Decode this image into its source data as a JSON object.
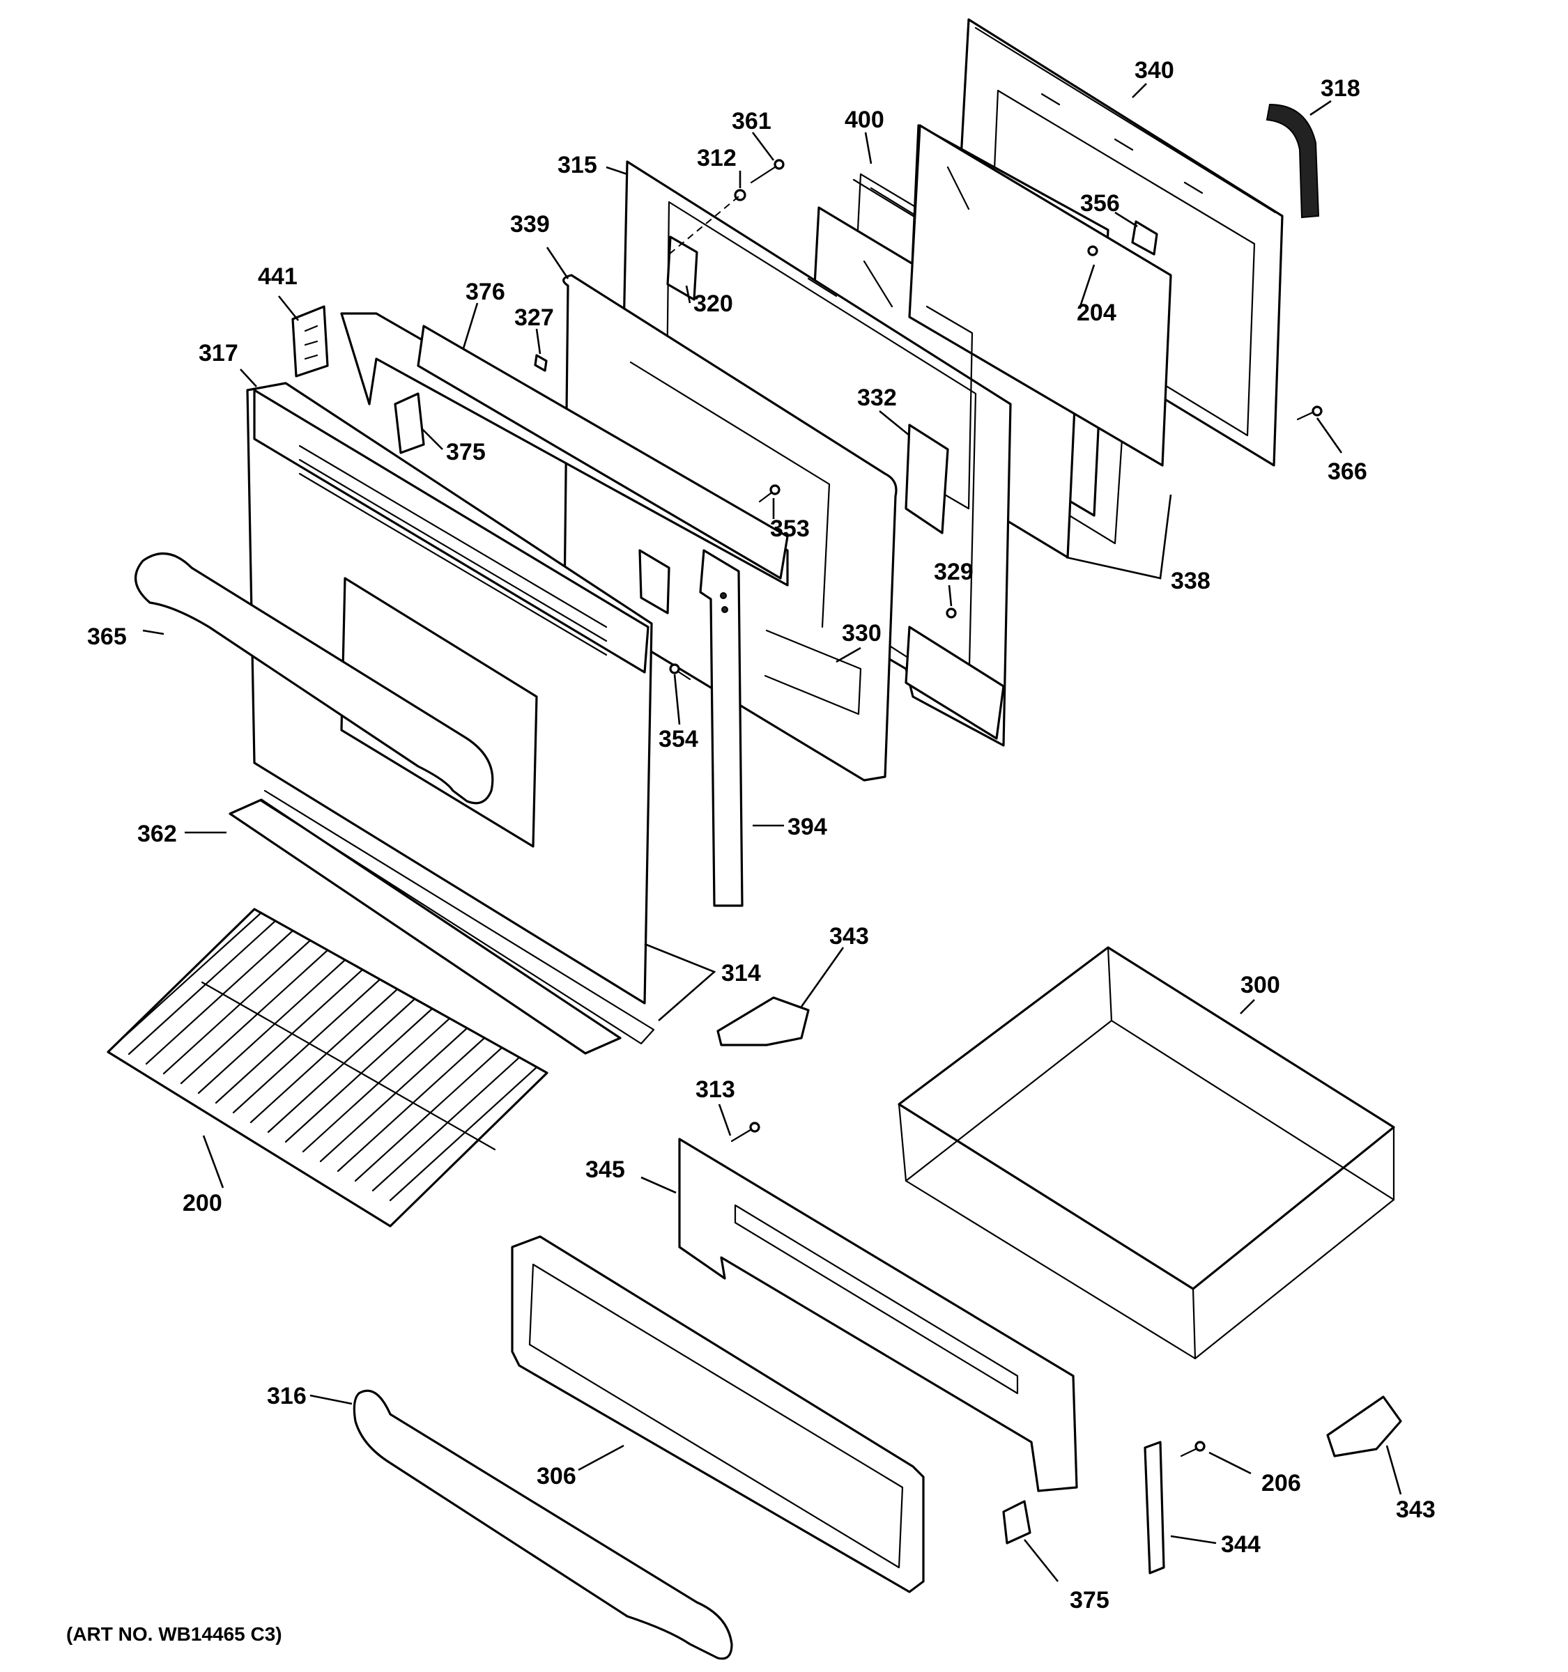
{
  "art_number": "(ART NO. WB14465 C3)",
  "callouts": {
    "c340": "340",
    "c318": "318",
    "c361": "361",
    "c400": "400",
    "c312": "312",
    "c315": "315",
    "c356": "356",
    "c339": "339",
    "c204": "204",
    "c320": "320",
    "c441": "441",
    "c376": "376",
    "c327": "327",
    "c317": "317",
    "c332": "332",
    "c366": "366",
    "c375a": "375",
    "c353": "353",
    "c338": "338",
    "c329": "329",
    "c365": "365",
    "c330": "330",
    "c354": "354",
    "c362": "362",
    "c394": "394",
    "c343a": "343",
    "c314": "314",
    "c300": "300",
    "c313": "313",
    "c200": "200",
    "c345": "345",
    "c316": "316",
    "c306": "306",
    "c206": "206",
    "c343b": "343",
    "c344": "344",
    "c375b": "375"
  }
}
